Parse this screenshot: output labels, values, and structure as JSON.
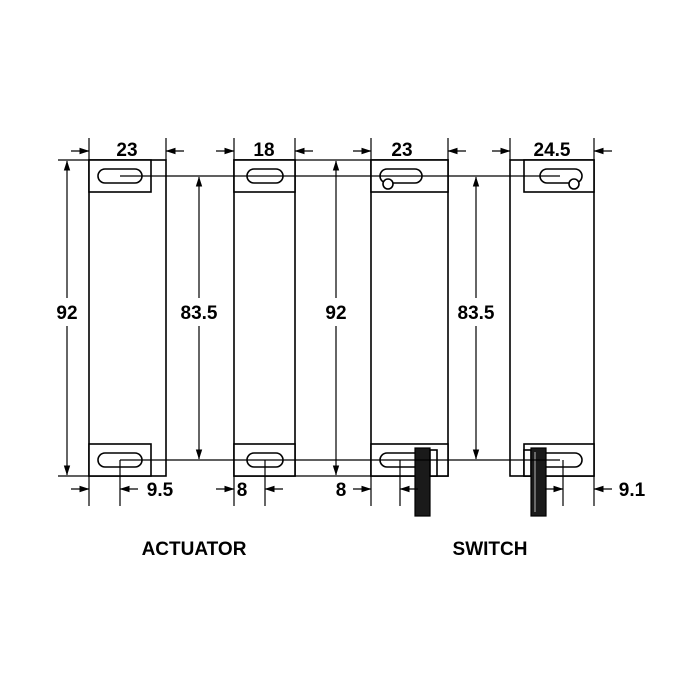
{
  "actuator_label": "ACTUATOR",
  "switch_label": "SWITCH",
  "dimensions": {
    "act1_width": "23",
    "act2_width": "18",
    "sw1_width": "23",
    "sw2_width": "24.5",
    "act_height": "92",
    "act_hole_spacing": "83.5",
    "sw_height": "92",
    "sw_hole_spacing": "83.5",
    "act1_hole_offset": "9.5",
    "act2_hole_offset": "8",
    "sw1_hole_offset": "8",
    "sw2_hole_offset": "9.1"
  }
}
